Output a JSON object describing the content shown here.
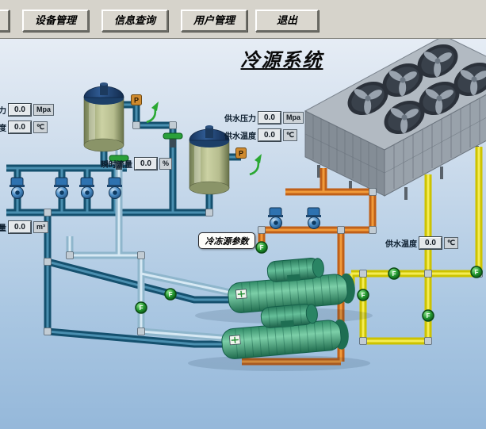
{
  "window": {
    "title": "冷源系统"
  },
  "toolbar": {
    "buttons": [
      "设备管理",
      "信息查询",
      "用户管理",
      "退出"
    ]
  },
  "labels": {
    "supply_pressure_left": {
      "label": "供水压力",
      "value": "0.0",
      "unit": "Mpa"
    },
    "supply_temp_left": {
      "label": "供水温度",
      "value": "0.0",
      "unit": "℃"
    },
    "supply_pressure_mid": {
      "label": "供水压力",
      "value": "0.0",
      "unit": "Mpa"
    },
    "supply_temp_mid": {
      "label": "供水温度",
      "value": "0.0",
      "unit": "℃"
    },
    "inst_flow_mid": {
      "label": "瞬时流量",
      "value": "0.0",
      "unit": "%"
    },
    "inst_flow_left": {
      "label": "瞬时流量",
      "value": "0.0",
      "unit": "m³"
    },
    "supply_temp_right": {
      "label": "供水温度",
      "value": "0.0",
      "unit": "℃"
    }
  },
  "buttons": {
    "chiller_params": "冷冻源参数"
  },
  "sensors": {
    "pressure": "P"
  },
  "indicators": {
    "letter": "F"
  },
  "colors": {
    "pipe_navy": "#14506e",
    "pipe_light_blue": "#8fb6cc",
    "pipe_orange": "#c06018",
    "pipe_yellow": "#cdc300",
    "chiller_green": "#3e9e7e",
    "indicator_green": "#1d8a2d",
    "background_top": "#eef2f8",
    "background_bottom": "#95b8da"
  }
}
